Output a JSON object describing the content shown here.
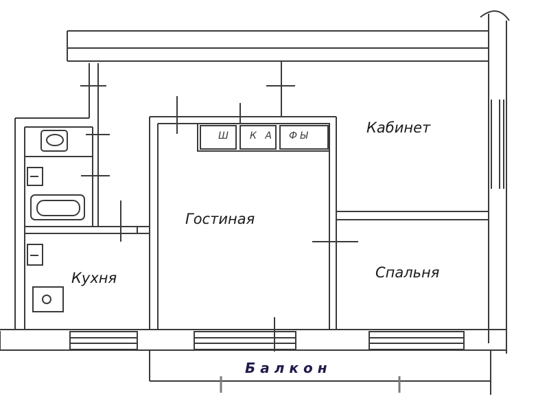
{
  "plan": {
    "rooms": {
      "office": "Кабинет",
      "living_room": "Гостиная",
      "bedroom": "Спальня",
      "kitchen": "Кухня"
    },
    "closet": [
      "Ш",
      "К А",
      "ФЫ"
    ],
    "balcony": "Балкон"
  },
  "colors": {
    "wall": "#3a3a3a",
    "fill": "#ffffff",
    "balcony_text": "#1f1b4a"
  }
}
